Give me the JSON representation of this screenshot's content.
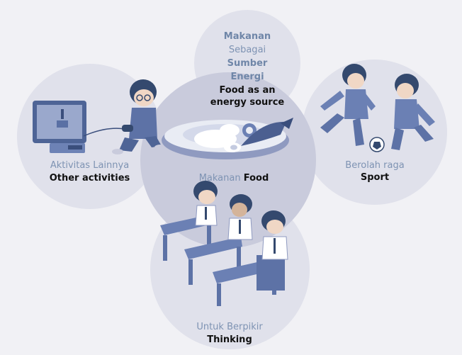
{
  "center": {
    "title_line1": "Makanan",
    "title_line2": "Sebagai",
    "title_line3": "Sumber",
    "title_line4": "Energi",
    "en_line1": "Food as an",
    "en_line2": "energy source"
  },
  "food": {
    "id_label": "Makanan",
    "en_label": "Food"
  },
  "other": {
    "id_label": "Aktivitas Lainnya",
    "en_label": "Other activities"
  },
  "sport": {
    "id_label": "Berolah raga",
    "en_label": "Sport"
  },
  "thinking": {
    "id_label": "Untuk Berpikir",
    "en_label": "Thinking"
  },
  "colors": {
    "background": "#f1f1f5",
    "outer_circle": "#e0e1eb",
    "center_circle": "#c9cbdc",
    "figure_blue": "#5d72a6",
    "figure_dark": "#34496e",
    "skin": "#f0d7c5",
    "plate": "#e9ecf4"
  }
}
